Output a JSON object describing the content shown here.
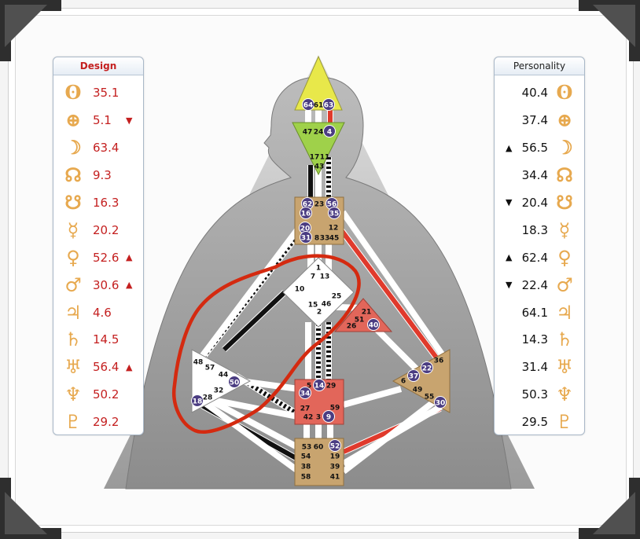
{
  "design_panel": {
    "title": "Design",
    "rows": [
      {
        "symbol": "sun-icon",
        "glyph": "ʘ",
        "value": "35.1",
        "mark": ""
      },
      {
        "symbol": "earth-icon",
        "glyph": "⊕",
        "value": "5.1",
        "mark": "▼"
      },
      {
        "symbol": "moon-icon",
        "glyph": "☽",
        "value": "63.4",
        "mark": ""
      },
      {
        "symbol": "north-node-icon",
        "glyph": "☊",
        "value": "9.3",
        "mark": ""
      },
      {
        "symbol": "south-node-icon",
        "glyph": "☋",
        "value": "16.3",
        "mark": ""
      },
      {
        "symbol": "mercury-icon",
        "glyph": "☿",
        "value": "20.2",
        "mark": ""
      },
      {
        "symbol": "venus-icon",
        "glyph": "♀",
        "value": "52.6",
        "mark": "▲"
      },
      {
        "symbol": "mars-icon",
        "glyph": "♂",
        "value": "30.6",
        "mark": "▲"
      },
      {
        "symbol": "jupiter-icon",
        "glyph": "♃",
        "value": "4.6",
        "mark": ""
      },
      {
        "symbol": "saturn-icon",
        "glyph": "♄",
        "value": "14.5",
        "mark": ""
      },
      {
        "symbol": "uranus-icon",
        "glyph": "♅",
        "value": "56.4",
        "mark": "▲"
      },
      {
        "symbol": "neptune-icon",
        "glyph": "♆",
        "value": "50.2",
        "mark": ""
      },
      {
        "symbol": "pluto-icon",
        "glyph": "♇",
        "value": "29.2",
        "mark": ""
      }
    ]
  },
  "personality_panel": {
    "title": "Personality",
    "rows": [
      {
        "symbol": "sun-icon",
        "glyph": "ʘ",
        "value": "40.4",
        "mark": ""
      },
      {
        "symbol": "earth-icon",
        "glyph": "⊕",
        "value": "37.4",
        "mark": ""
      },
      {
        "symbol": "moon-icon",
        "glyph": "☽",
        "value": "56.5",
        "mark": "▲"
      },
      {
        "symbol": "north-node-icon",
        "glyph": "☊",
        "value": "34.4",
        "mark": ""
      },
      {
        "symbol": "south-node-icon",
        "glyph": "☋",
        "value": "20.4",
        "mark": "▼"
      },
      {
        "symbol": "mercury-icon",
        "glyph": "☿",
        "value": "18.3",
        "mark": ""
      },
      {
        "symbol": "venus-icon",
        "glyph": "♀",
        "value": "62.4",
        "mark": "▲"
      },
      {
        "symbol": "mars-icon",
        "glyph": "♂",
        "value": "22.4",
        "mark": "▼"
      },
      {
        "symbol": "jupiter-icon",
        "glyph": "♃",
        "value": "64.1",
        "mark": ""
      },
      {
        "symbol": "saturn-icon",
        "glyph": "♄",
        "value": "14.3",
        "mark": ""
      },
      {
        "symbol": "uranus-icon",
        "glyph": "♅",
        "value": "31.4",
        "mark": ""
      },
      {
        "symbol": "neptune-icon",
        "glyph": "♆",
        "value": "50.3",
        "mark": ""
      },
      {
        "symbol": "pluto-icon",
        "glyph": "♇",
        "value": "29.5",
        "mark": ""
      }
    ]
  },
  "centers": {
    "head": {
      "gates": [
        "64",
        "61",
        "63"
      ],
      "color": "#e8e84a"
    },
    "ajna": {
      "gates": [
        "47",
        "24",
        "4",
        "17",
        "11",
        "43"
      ],
      "color": "#9fd14a"
    },
    "throat": {
      "gates": [
        "62",
        "23",
        "56",
        "16",
        "35",
        "20",
        "12",
        "31",
        "8",
        "33",
        "45"
      ],
      "color": "#c8a46f"
    },
    "g": {
      "gates": [
        "1",
        "7",
        "13",
        "10",
        "25",
        "15",
        "46",
        "2"
      ],
      "color": "#ffffff"
    },
    "heart": {
      "gates": [
        "21",
        "51",
        "26",
        "40"
      ],
      "color": "#e2665a"
    },
    "spleen": {
      "gates": [
        "48",
        "57",
        "44",
        "50",
        "32",
        "28",
        "18"
      ],
      "color": "#ffffff"
    },
    "sacral": {
      "gates": [
        "5",
        "14",
        "29",
        "34",
        "27",
        "59",
        "42",
        "3",
        "9"
      ],
      "color": "#e2665a"
    },
    "solar_plexus": {
      "gates": [
        "36",
        "22",
        "37",
        "6",
        "49",
        "55",
        "30"
      ],
      "color": "#c8a46f"
    },
    "root": {
      "gates": [
        "53",
        "60",
        "52",
        "54",
        "19",
        "38",
        "39",
        "58",
        "41"
      ],
      "color": "#c8a46f"
    }
  },
  "highlighted_gates": [
    "64",
    "63",
    "4",
    "62",
    "56",
    "16",
    "35",
    "20",
    "31",
    "50",
    "18",
    "34",
    "14",
    "9",
    "37",
    "22",
    "30",
    "40",
    "52"
  ],
  "colors": {
    "design_red": "#c42020",
    "channel_red": "#e03a2c",
    "channel_black": "#111111",
    "planet_gold": "#e7a94f",
    "highlight_purple": "#4b3d82",
    "annotation_red": "#d42a10"
  }
}
